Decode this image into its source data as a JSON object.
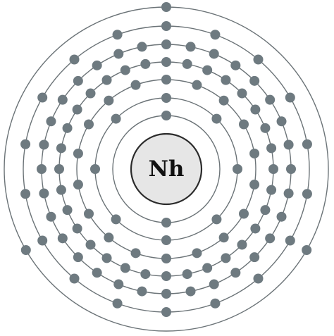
{
  "element_symbol": "Nh",
  "electrons_per_shell": [
    2,
    8,
    18,
    32,
    32,
    18,
    3
  ],
  "colors": {
    "ring": "#6b7377",
    "electron": "#6e7a80",
    "nucleus_fill": "#e6e6e6",
    "nucleus_stroke": "#2b2b2b",
    "symbol_text": "#111111"
  }
}
